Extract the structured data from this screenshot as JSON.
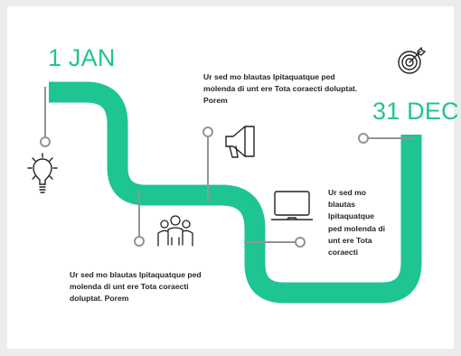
{
  "timeline": {
    "start_label": "1 JAN",
    "end_label": "31 DEC"
  },
  "notes": {
    "top": "Ur sed mo blautas Ipitaquatque ped molenda di unt ere Tota coraecti doluptat. Porem",
    "right": "Ur sed mo blautas Ipitaquatque ped molenda di unt ere Tota coraecti",
    "bottom": "Ur sed mo blautas Ipitaquatque ped molenda di unt ere Tota coraecti doluptat. Porem"
  },
  "icons": [
    "target-icon",
    "lightbulb-icon",
    "megaphone-icon",
    "team-icon",
    "laptop-icon"
  ],
  "colors": {
    "accent": "#1fc493",
    "connector": "#8f9698",
    "icon_stroke": "#222222",
    "text": "#262626"
  }
}
